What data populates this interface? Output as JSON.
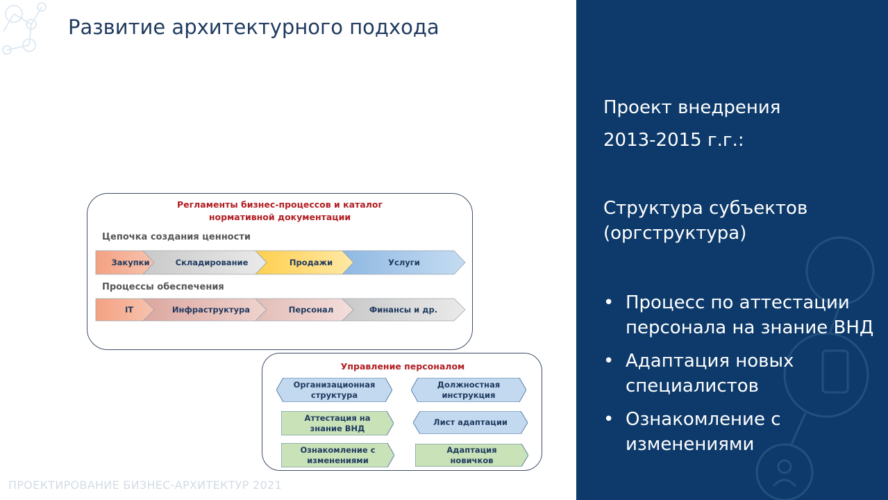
{
  "slide": {
    "title": "Развитие архитектурного подхода",
    "footer": "ПРОЕКТИРОВАНИЕ БИЗНЕС-АРХИТЕКТУР 2021"
  },
  "panel": {
    "project_line1": "Проект внедрения",
    "project_line2": "2013-2015 г.г.:",
    "structure_line1": "Структура субъектов",
    "structure_line2": "(оргструктура)",
    "bullet_char": "•",
    "bullets": [
      "Процесс по аттестации персонала на знание ВНД",
      "Адаптация новых специалистов",
      "Ознакомление с изменениями"
    ]
  },
  "diagram": {
    "top_box": {
      "title_line1": "Регламенты бизнес-процессов и каталог",
      "title_line2": "нормативной документации",
      "row1_label": "Цепочка создания ценности",
      "row1": [
        "Закупки",
        "Складирование",
        "Продажи",
        "Услуги"
      ],
      "row2_label": "Процессы обеспечения",
      "row2": [
        "IT",
        "Инфраструктура",
        "Персонал",
        "Финансы и др."
      ]
    },
    "bottom_box": {
      "title": "Управление персоналом",
      "items": [
        "Организационная структура",
        "Должностная инструкция",
        "Аттестация на знание ВНД",
        "Лист адаптации",
        "Ознакомление с изменениями",
        "Адаптация новичков"
      ]
    }
  },
  "colors": {
    "panel_bg": "#0d3a6a",
    "title": "#1f3a5f",
    "frame_title_red": "#b01e23",
    "chevron_orange": "#f3a98a",
    "chevron_grey": "#d9d9d9",
    "chevron_yellow": "#ffd966",
    "chevron_blue": "#9dc3e6",
    "chevron_rose": "#e6b8b0",
    "hex_blue": "#bdd7ee",
    "hex_green": "#c6e0b4"
  }
}
